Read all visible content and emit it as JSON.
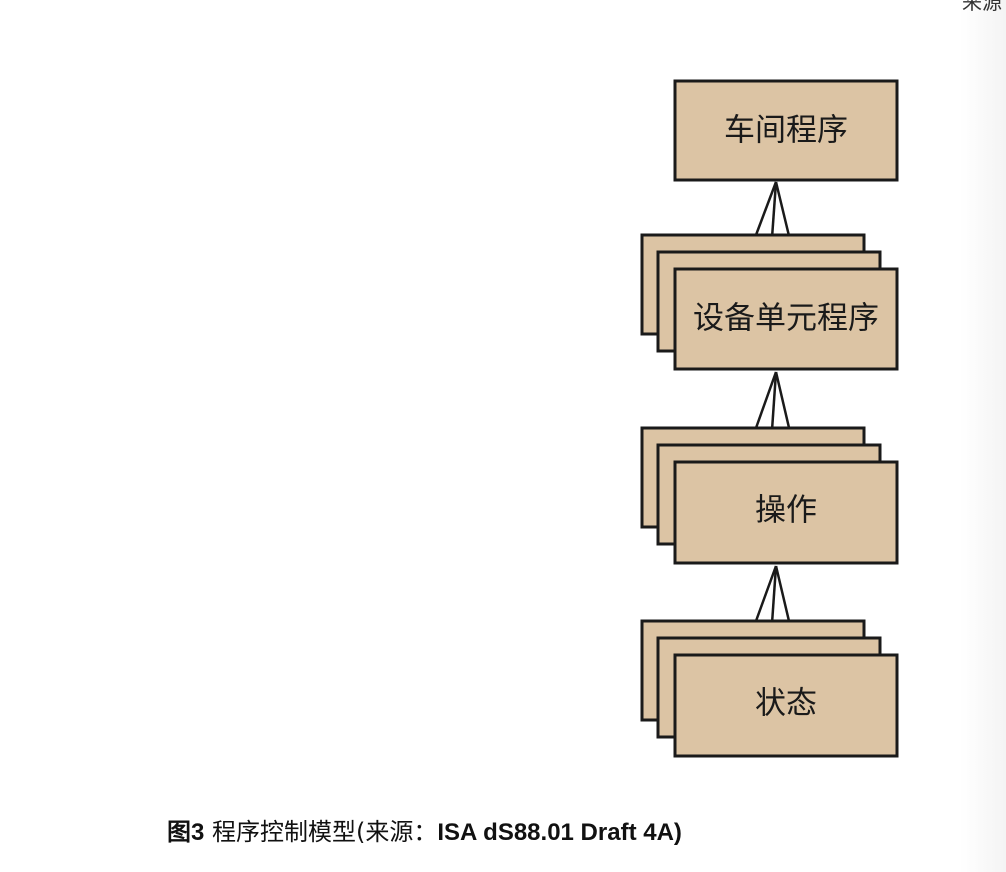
{
  "corner_text": "来源",
  "diagram": {
    "nodes": [
      {
        "id": "plant",
        "label": "车间程序",
        "stacked": false
      },
      {
        "id": "unit",
        "label": "设备单元程序",
        "stacked": true
      },
      {
        "id": "operation",
        "label": "操作",
        "stacked": true
      },
      {
        "id": "phase",
        "label": "状态",
        "stacked": true
      }
    ],
    "edges": [
      {
        "from": "unit",
        "to": "plant"
      },
      {
        "from": "operation",
        "to": "unit"
      },
      {
        "from": "phase",
        "to": "operation"
      }
    ],
    "box_fill": "#dcc4a4",
    "stroke_color": "#1a1a1a"
  },
  "caption": {
    "number": "图3",
    "title": "程序控制模型(来源：",
    "source": "ISA dS88.01 Draft 4A)"
  }
}
